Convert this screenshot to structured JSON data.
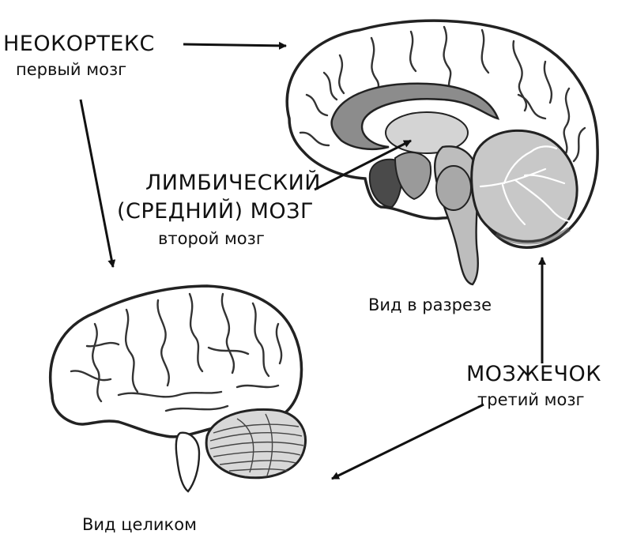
{
  "labels": {
    "neocortex": {
      "title": "НЕОКОРТЕКС",
      "subtitle": "первый мозг"
    },
    "limbic": {
      "title_line1": "ЛИМБИЧЕСКИЙ",
      "title_line2": "(СРЕДНИЙ) МОЗГ",
      "subtitle": "второй мозг"
    },
    "cerebellum": {
      "title": "МОЗЖЕЧОК",
      "subtitle": "третий мозг"
    },
    "section_view": "Вид в разрезе",
    "whole_view": "Вид целиком"
  },
  "colors": {
    "outline": "#222222",
    "cortex_fill": "#ffffff",
    "corpus_callosum": "#8c8c8c",
    "limbic_dark": "#4a4a4a",
    "brainstem": "#bdbdbd",
    "cerebellum_fill": "#c8c8c8",
    "arrow": "#111111"
  }
}
